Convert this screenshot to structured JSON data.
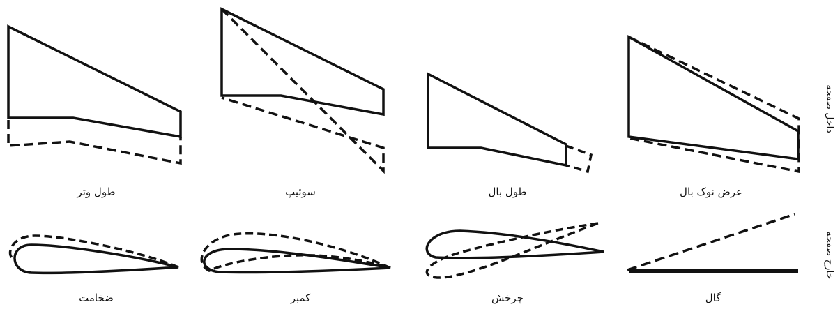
{
  "row_labels": {
    "in_plane": "داخل صفحه",
    "out_of_plane": "خارج صفحه"
  },
  "panels": {
    "chord": "طول وتر",
    "sweep": "سوئیپ",
    "span": "طول بال",
    "tip_chord": "عرض نوک بال",
    "thickness": "ضخامت",
    "camber": "کمبر",
    "twist": "چرخش",
    "dihedral": "گال"
  },
  "style": {
    "stroke": "#111111",
    "background": "#ffffff"
  }
}
